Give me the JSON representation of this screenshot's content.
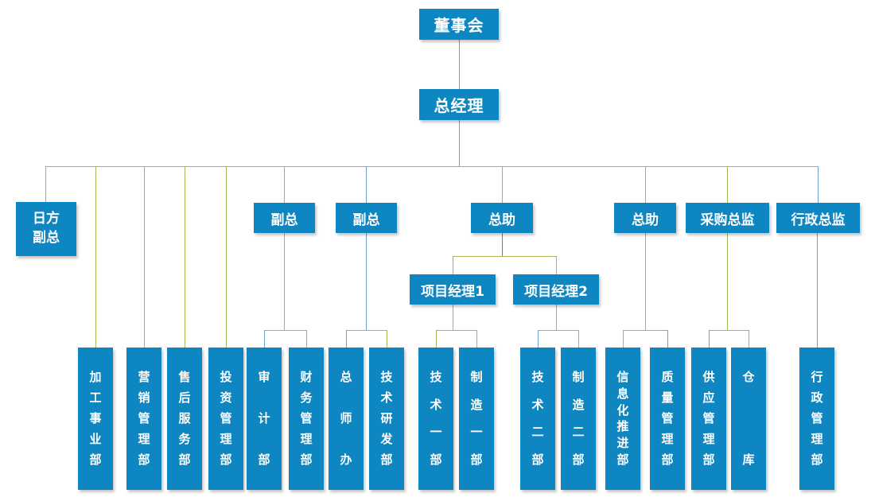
{
  "colors": {
    "box": "#0e86c1",
    "green": "#9bbb59",
    "blue": "#6b9cd2",
    "pink": "#c4567d",
    "olive": "#b3b356"
  },
  "org": {
    "board": "董事会",
    "general_manager": "总经理",
    "level3": {
      "japan_deputy": "日方\n副总",
      "deputy_1": "副总",
      "deputy_2": "副总",
      "assistant_1": "总助",
      "assistant_2": "总助",
      "procurement_director": "采购总监",
      "admin_director": "行政总监"
    },
    "project_managers": {
      "pm1": "项目经理1",
      "pm2": "项目经理2"
    },
    "departments": [
      "加工事业部",
      "营销管理部",
      "售后服务部",
      "投资管理部",
      "审计部",
      "财务管理部",
      "总师办",
      "技术研发部",
      "技术一部",
      "制造一部",
      "技术二部",
      "制造二部",
      "信息化推进部",
      "质量管理部",
      "供应管理部",
      "仓库",
      "行政管理部"
    ]
  }
}
